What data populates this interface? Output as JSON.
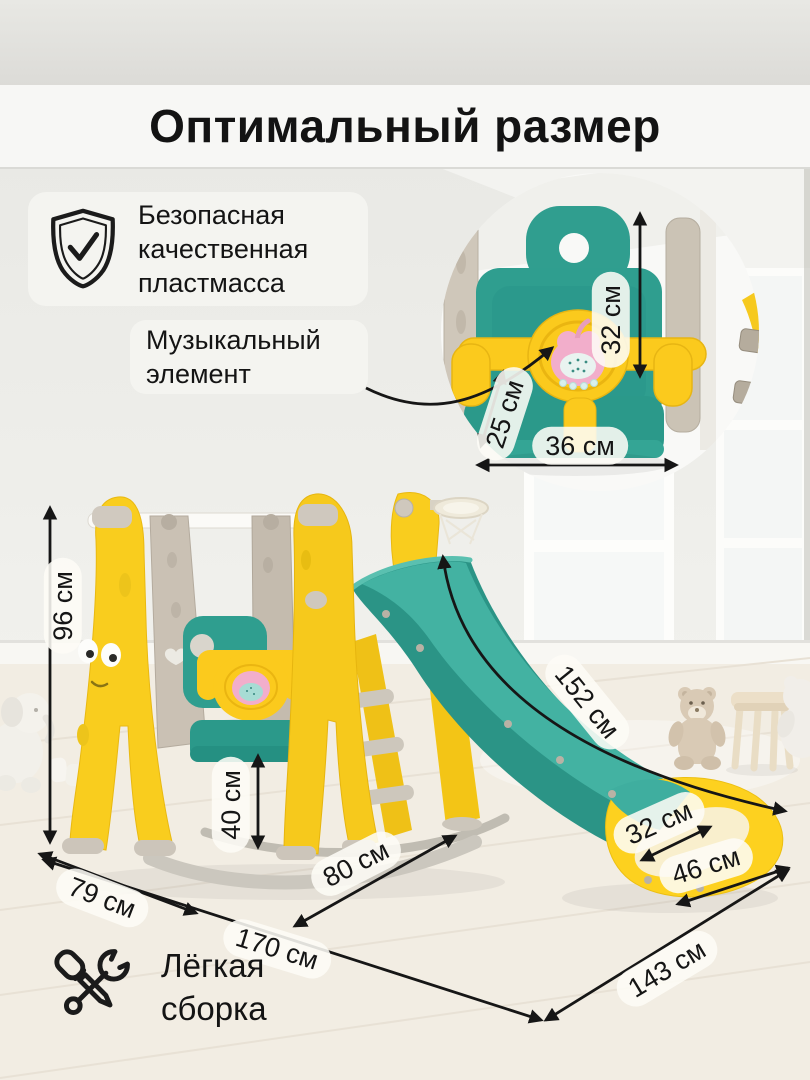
{
  "title": "Оптимальный размер",
  "features": {
    "safety": {
      "icon": "shield-check",
      "line1": "Безопасная",
      "line2": "качественная",
      "line3": "пластмасса"
    },
    "music": {
      "line1": "Музыкальный",
      "line2": "элемент"
    },
    "assembly": {
      "icon": "screwdriver-wrench",
      "line1": "Лёгкая",
      "line2": "сборка"
    }
  },
  "inset_dimensions": {
    "backrest_height": "32 см",
    "seat_depth": "25 см",
    "seat_width": "36 см"
  },
  "overall_dimensions": {
    "frame_height": "96 см",
    "swing_seat_height": "40 см",
    "frame_depth": "79 см",
    "swing_length": "80 см",
    "total_length": "170 см",
    "slide_length": "152 см",
    "slide_inner_width": "32 см",
    "slide_outer_width": "46 см",
    "slide_footprint_length": "143 см"
  },
  "colors": {
    "plastic_yellow": "#fbca1e",
    "plastic_teal": "#35a294",
    "plastic_gray": "#c9c0b4",
    "music_element_pink": "#f2aecb",
    "label_background": "#f8f6f0",
    "text": "#1a1a1a",
    "wall": "#eaeae6",
    "floor": "#f2ede3"
  }
}
